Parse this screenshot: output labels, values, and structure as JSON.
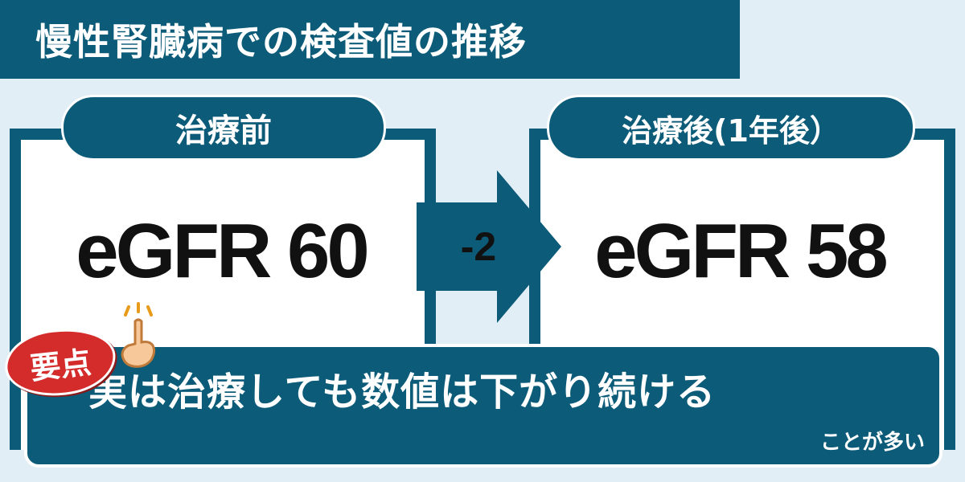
{
  "title": "慢性腎臓病での検査値の推移",
  "before": {
    "label": "治療前",
    "value": "eGFR 60"
  },
  "after": {
    "label": "治療後(1年後）",
    "value": "eGFR 58"
  },
  "change": "-2",
  "badge": "要点",
  "summary": {
    "main": "実は治療しても数値は下がり続ける",
    "sub": "ことが多い"
  },
  "colors": {
    "primary": "#0c5b78",
    "background": "#e2eef5",
    "badge": "#d42b2b"
  },
  "icons": [
    "pointing-finger-icon",
    "arrow-right-icon"
  ]
}
